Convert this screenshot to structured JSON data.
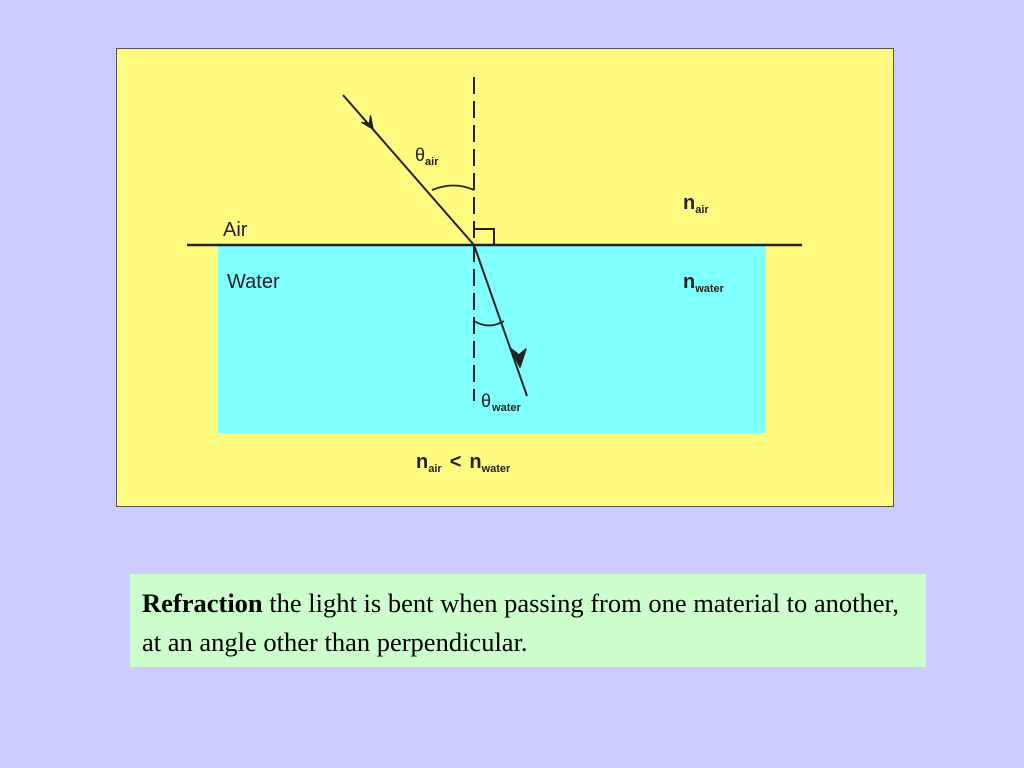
{
  "colors": {
    "slide_background": "#ccccff",
    "diagram_background": "#fffa80",
    "water": "#80ffff",
    "caption_background": "#ccffcc",
    "lines": "#222222"
  },
  "diagram": {
    "medium_top_label": "Air",
    "medium_bottom_label": "Water",
    "theta_symbol": "θ",
    "sub_air": "air",
    "sub_water": "water",
    "n_symbol": "n",
    "less_than": "<",
    "icons": {
      "incident_arrow": "arrowhead-down-right",
      "refracted_arrow": "arrowhead-down",
      "right_angle": "right-angle-marker"
    }
  },
  "caption": {
    "term": "Refraction",
    "text": " the light is bent when passing from one material to another, at an angle other than perpendicular."
  }
}
